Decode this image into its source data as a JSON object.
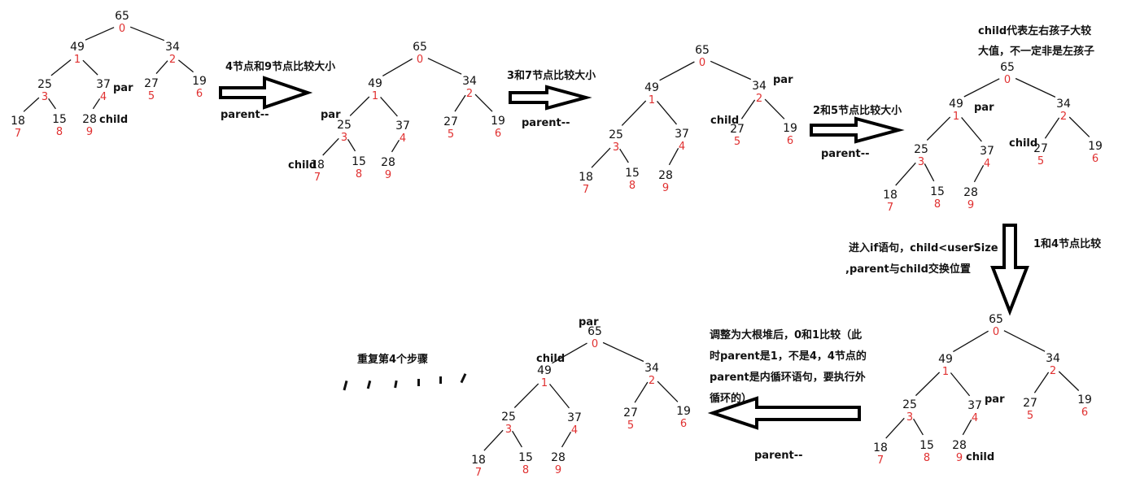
{
  "colors": {
    "value": "#111111",
    "index": "#e03030",
    "edge": "#111111",
    "background": "#ffffff"
  },
  "trees": [
    {
      "id": "t1",
      "nodes": [
        {
          "value": "65",
          "index": "0"
        },
        {
          "value": "49",
          "index": "1"
        },
        {
          "value": "34",
          "index": "2"
        },
        {
          "value": "25",
          "index": "3"
        },
        {
          "value": "37",
          "index": "4"
        },
        {
          "value": "27",
          "index": "5"
        },
        {
          "value": "19",
          "index": "6"
        },
        {
          "value": "18",
          "index": "7"
        },
        {
          "value": "15",
          "index": "8"
        },
        {
          "value": "28",
          "index": "9"
        }
      ],
      "labels": [
        {
          "text": "par",
          "node": 4
        },
        {
          "text": "child",
          "node": 9
        }
      ]
    },
    {
      "id": "t2",
      "nodes": [
        {
          "value": "65",
          "index": "0"
        },
        {
          "value": "49",
          "index": "1"
        },
        {
          "value": "34",
          "index": "2"
        },
        {
          "value": "25",
          "index": "3"
        },
        {
          "value": "37",
          "index": "4"
        },
        {
          "value": "27",
          "index": "5"
        },
        {
          "value": "19",
          "index": "6"
        },
        {
          "value": "18",
          "index": "7"
        },
        {
          "value": "15",
          "index": "8"
        },
        {
          "value": "28",
          "index": "9"
        }
      ],
      "labels": [
        {
          "text": "par",
          "node": 3
        },
        {
          "text": "child",
          "node": 7
        }
      ]
    },
    {
      "id": "t3",
      "nodes": [
        {
          "value": "65",
          "index": "0"
        },
        {
          "value": "49",
          "index": "1"
        },
        {
          "value": "34",
          "index": "2"
        },
        {
          "value": "25",
          "index": "3"
        },
        {
          "value": "37",
          "index": "4"
        },
        {
          "value": "27",
          "index": "5"
        },
        {
          "value": "19",
          "index": "6"
        },
        {
          "value": "18",
          "index": "7"
        },
        {
          "value": "15",
          "index": "8"
        },
        {
          "value": "28",
          "index": "9"
        }
      ],
      "labels": [
        {
          "text": "par",
          "node": 2
        },
        {
          "text": "child",
          "node": 5
        }
      ]
    },
    {
      "id": "t4",
      "nodes": [
        {
          "value": "65",
          "index": "0"
        },
        {
          "value": "49",
          "index": "1"
        },
        {
          "value": "34",
          "index": "2"
        },
        {
          "value": "25",
          "index": "3"
        },
        {
          "value": "37",
          "index": "4"
        },
        {
          "value": "27",
          "index": "5"
        },
        {
          "value": "19",
          "index": "6"
        },
        {
          "value": "18",
          "index": "7"
        },
        {
          "value": "15",
          "index": "8"
        },
        {
          "value": "28",
          "index": "9"
        }
      ],
      "labels": [
        {
          "text": "par",
          "node": 1
        },
        {
          "text": "child",
          "node": 4
        }
      ]
    },
    {
      "id": "t5",
      "nodes": [
        {
          "value": "65",
          "index": "0"
        },
        {
          "value": "49",
          "index": "1"
        },
        {
          "value": "34",
          "index": "2"
        },
        {
          "value": "25",
          "index": "3"
        },
        {
          "value": "37",
          "index": "4"
        },
        {
          "value": "27",
          "index": "5"
        },
        {
          "value": "19",
          "index": "6"
        },
        {
          "value": "18",
          "index": "7"
        },
        {
          "value": "15",
          "index": "8"
        },
        {
          "value": "28",
          "index": "9"
        }
      ],
      "labels": [
        {
          "text": "par",
          "node": 4
        },
        {
          "text": "child",
          "node": 9
        }
      ]
    },
    {
      "id": "t6",
      "nodes": [
        {
          "value": "65",
          "index": "0"
        },
        {
          "value": "49",
          "index": "1"
        },
        {
          "value": "34",
          "index": "2"
        },
        {
          "value": "25",
          "index": "3"
        },
        {
          "value": "37",
          "index": "4"
        },
        {
          "value": "27",
          "index": "5"
        },
        {
          "value": "19",
          "index": "6"
        },
        {
          "value": "18",
          "index": "7"
        },
        {
          "value": "15",
          "index": "8"
        },
        {
          "value": "28",
          "index": "9"
        }
      ],
      "labels": [
        {
          "text": "par",
          "node": 0
        },
        {
          "text": "child",
          "node": 1
        }
      ]
    }
  ],
  "annotations": {
    "step1_title": "4节点和9节点比较大小",
    "step1_parent": "parent--",
    "step2_title": "3和7节点比较大小",
    "step2_parent": "parent--",
    "step3_title": "2和5节点比较大小",
    "step3_parent": "parent--",
    "child_note": [
      "child代表左右孩子大较",
      "大值，不一定非是左孩子"
    ],
    "step4_title": "1和4节点比较",
    "if_note": [
      "进入if语句，child<userSize",
      ",parent与child交换位置"
    ],
    "adjust_note": [
      "调整为大根堆后，0和1比较（此",
      "时parent是1，不是4，4节点的",
      "parent是内循环语句，要执行外",
      "循环的）"
    ],
    "step5_parent": "parent--",
    "repeat_note": "重复第4个步骤"
  }
}
